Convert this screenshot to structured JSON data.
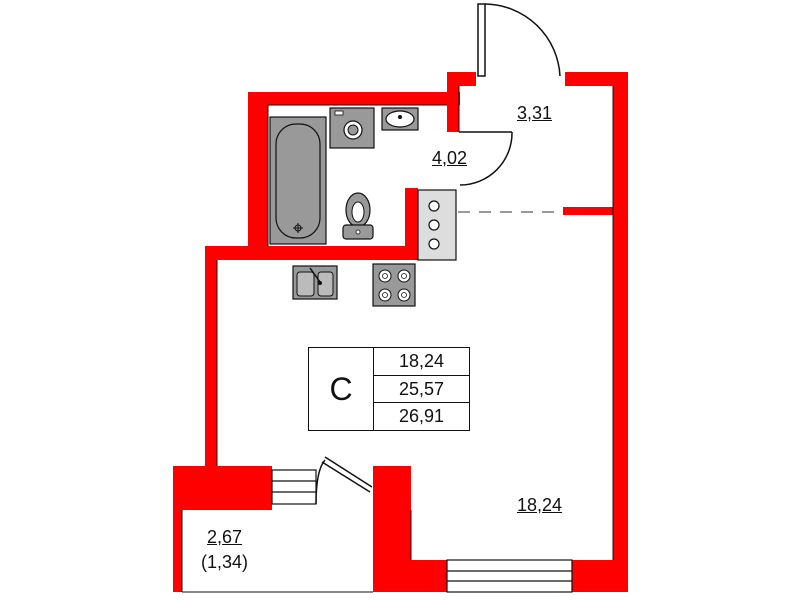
{
  "plan": {
    "wall_color": "#ff0000",
    "fixture_color": "#999999",
    "rooms": [
      {
        "id": "living",
        "area": "18,24"
      },
      {
        "id": "hall",
        "area": "3,31"
      },
      {
        "id": "bathroom",
        "area": "4,02"
      },
      {
        "id": "balcony",
        "area": "2,67",
        "reduced_area": "(1,34)"
      }
    ],
    "summary": {
      "type": "С",
      "living_area": "18,24",
      "area_without_balcony": "25,57",
      "total_area": "26,91"
    },
    "fixtures": [
      "bathtub-icon",
      "washing-machine-icon",
      "washbasin-icon",
      "toilet-icon",
      "kitchen-sink-icon",
      "stove-icon",
      "ventilation-shaft-icon"
    ]
  }
}
